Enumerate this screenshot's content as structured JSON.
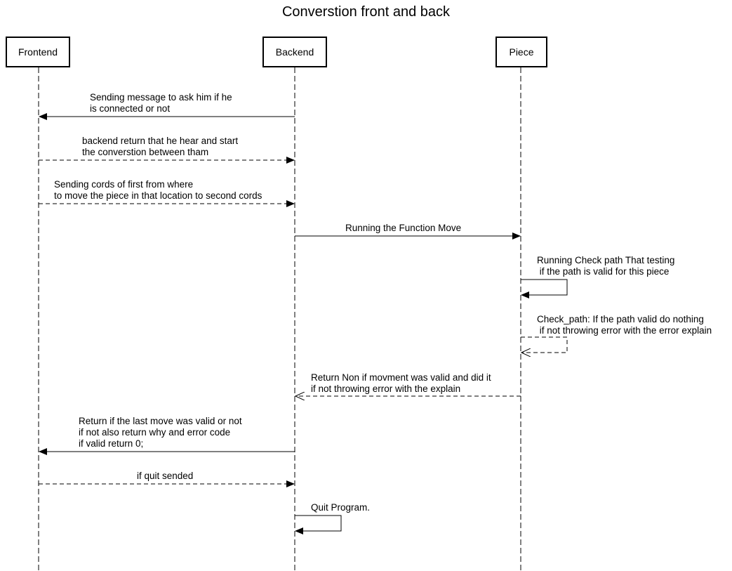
{
  "title": "Converstion front and back",
  "actors": {
    "frontend": "Frontend",
    "backend": "Backend",
    "piece": "Piece"
  },
  "messages": [
    {
      "from": "backend",
      "to": "frontend",
      "style": "solid",
      "text": "Sending message to ask him if he\nis connected or not"
    },
    {
      "from": "frontend",
      "to": "backend",
      "style": "dashed",
      "text": "backend return that he hear and start\nthe converstion between tham"
    },
    {
      "from": "frontend",
      "to": "backend",
      "style": "dashed",
      "text": "Sending cords of first from where\nto move the piece in that location to second cords"
    },
    {
      "from": "backend",
      "to": "piece",
      "style": "solid",
      "text": "Running the Function Move"
    },
    {
      "from": "piece",
      "to": "piece",
      "style": "solid",
      "text": "Running Check path That testing\n if the path is valid for this piece"
    },
    {
      "from": "piece",
      "to": "piece",
      "style": "dashed",
      "text": "Check_path: If the path valid do nothing\n if not throwing error with the error explain"
    },
    {
      "from": "piece",
      "to": "backend",
      "style": "dashed",
      "text": "Return Non if movment was valid and did it\nif not throwing error with the explain"
    },
    {
      "from": "backend",
      "to": "frontend",
      "style": "solid",
      "text": "Return if the last move was valid or not\nif not also return why and error code\nif valid return 0;"
    },
    {
      "from": "frontend",
      "to": "backend",
      "style": "dashed",
      "text": "if quit sended"
    },
    {
      "from": "backend",
      "to": "backend",
      "style": "solid",
      "text": "Quit Program."
    }
  ]
}
